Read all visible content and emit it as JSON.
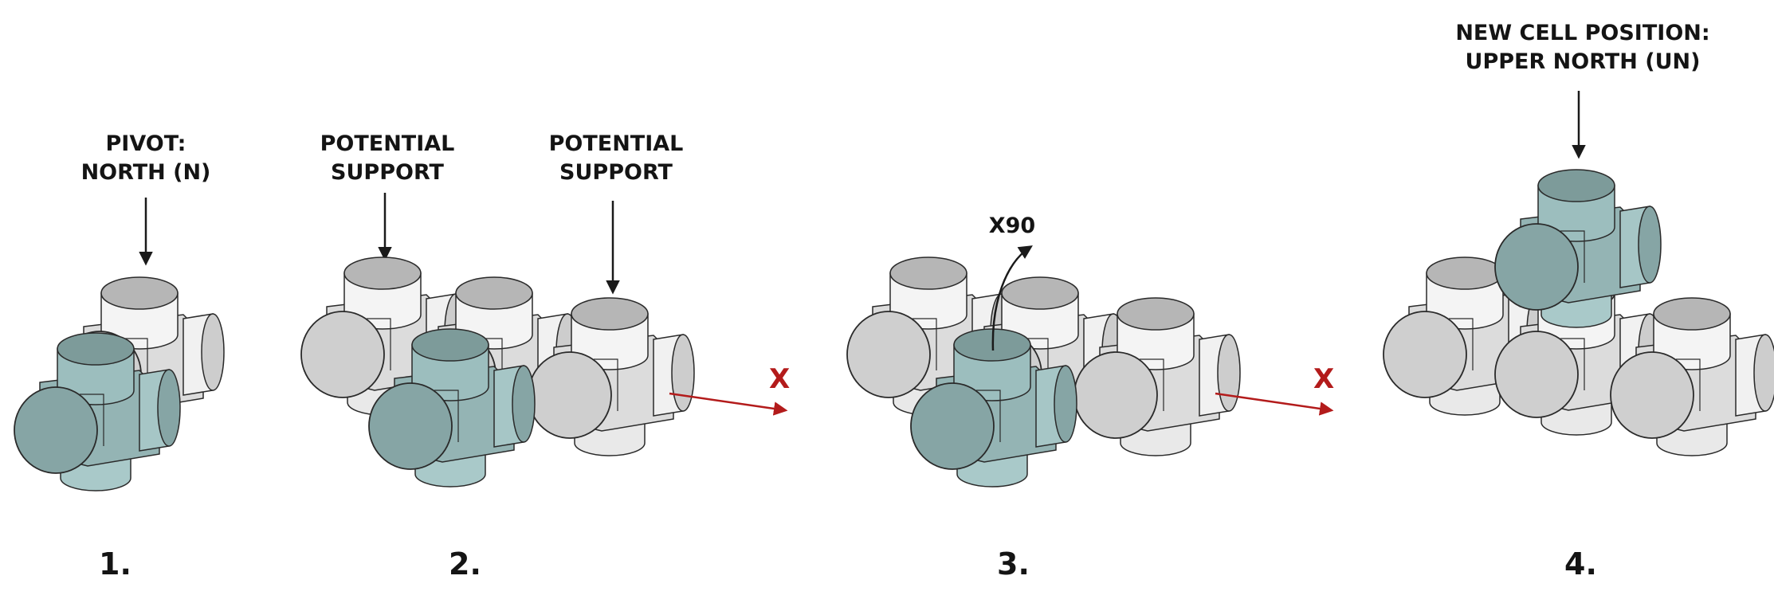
{
  "panels": [
    {
      "label_lines": [
        "PIVOT:",
        "NORTH (N)"
      ],
      "step": "1."
    },
    {
      "labels": [
        {
          "lines": [
            "POTENTIAL",
            "SUPPORT"
          ]
        },
        {
          "lines": [
            "POTENTIAL",
            "SUPPORT"
          ]
        }
      ],
      "axis": "X",
      "step": "2."
    },
    {
      "rotation_label": "X90",
      "axis": "X",
      "step": "3."
    },
    {
      "label_lines": [
        "NEW CELL POSITION:",
        "UPPER NORTH (UN)"
      ],
      "step": "4."
    }
  ],
  "colors": {
    "teal_top": "#7d9b9a",
    "teal_face": "#86a5a5",
    "teal_side": "#9cbebe",
    "grey_top": "#b6b6b6",
    "grey_face": "#cfcfcf",
    "grey_side": "#ececec",
    "axis_arrow": "#b31b1b",
    "outline": "#2a2a2a"
  },
  "icons": [
    "connector-cell-icon",
    "down-arrow-icon",
    "rotation-arrow-icon",
    "axis-arrow-icon"
  ]
}
